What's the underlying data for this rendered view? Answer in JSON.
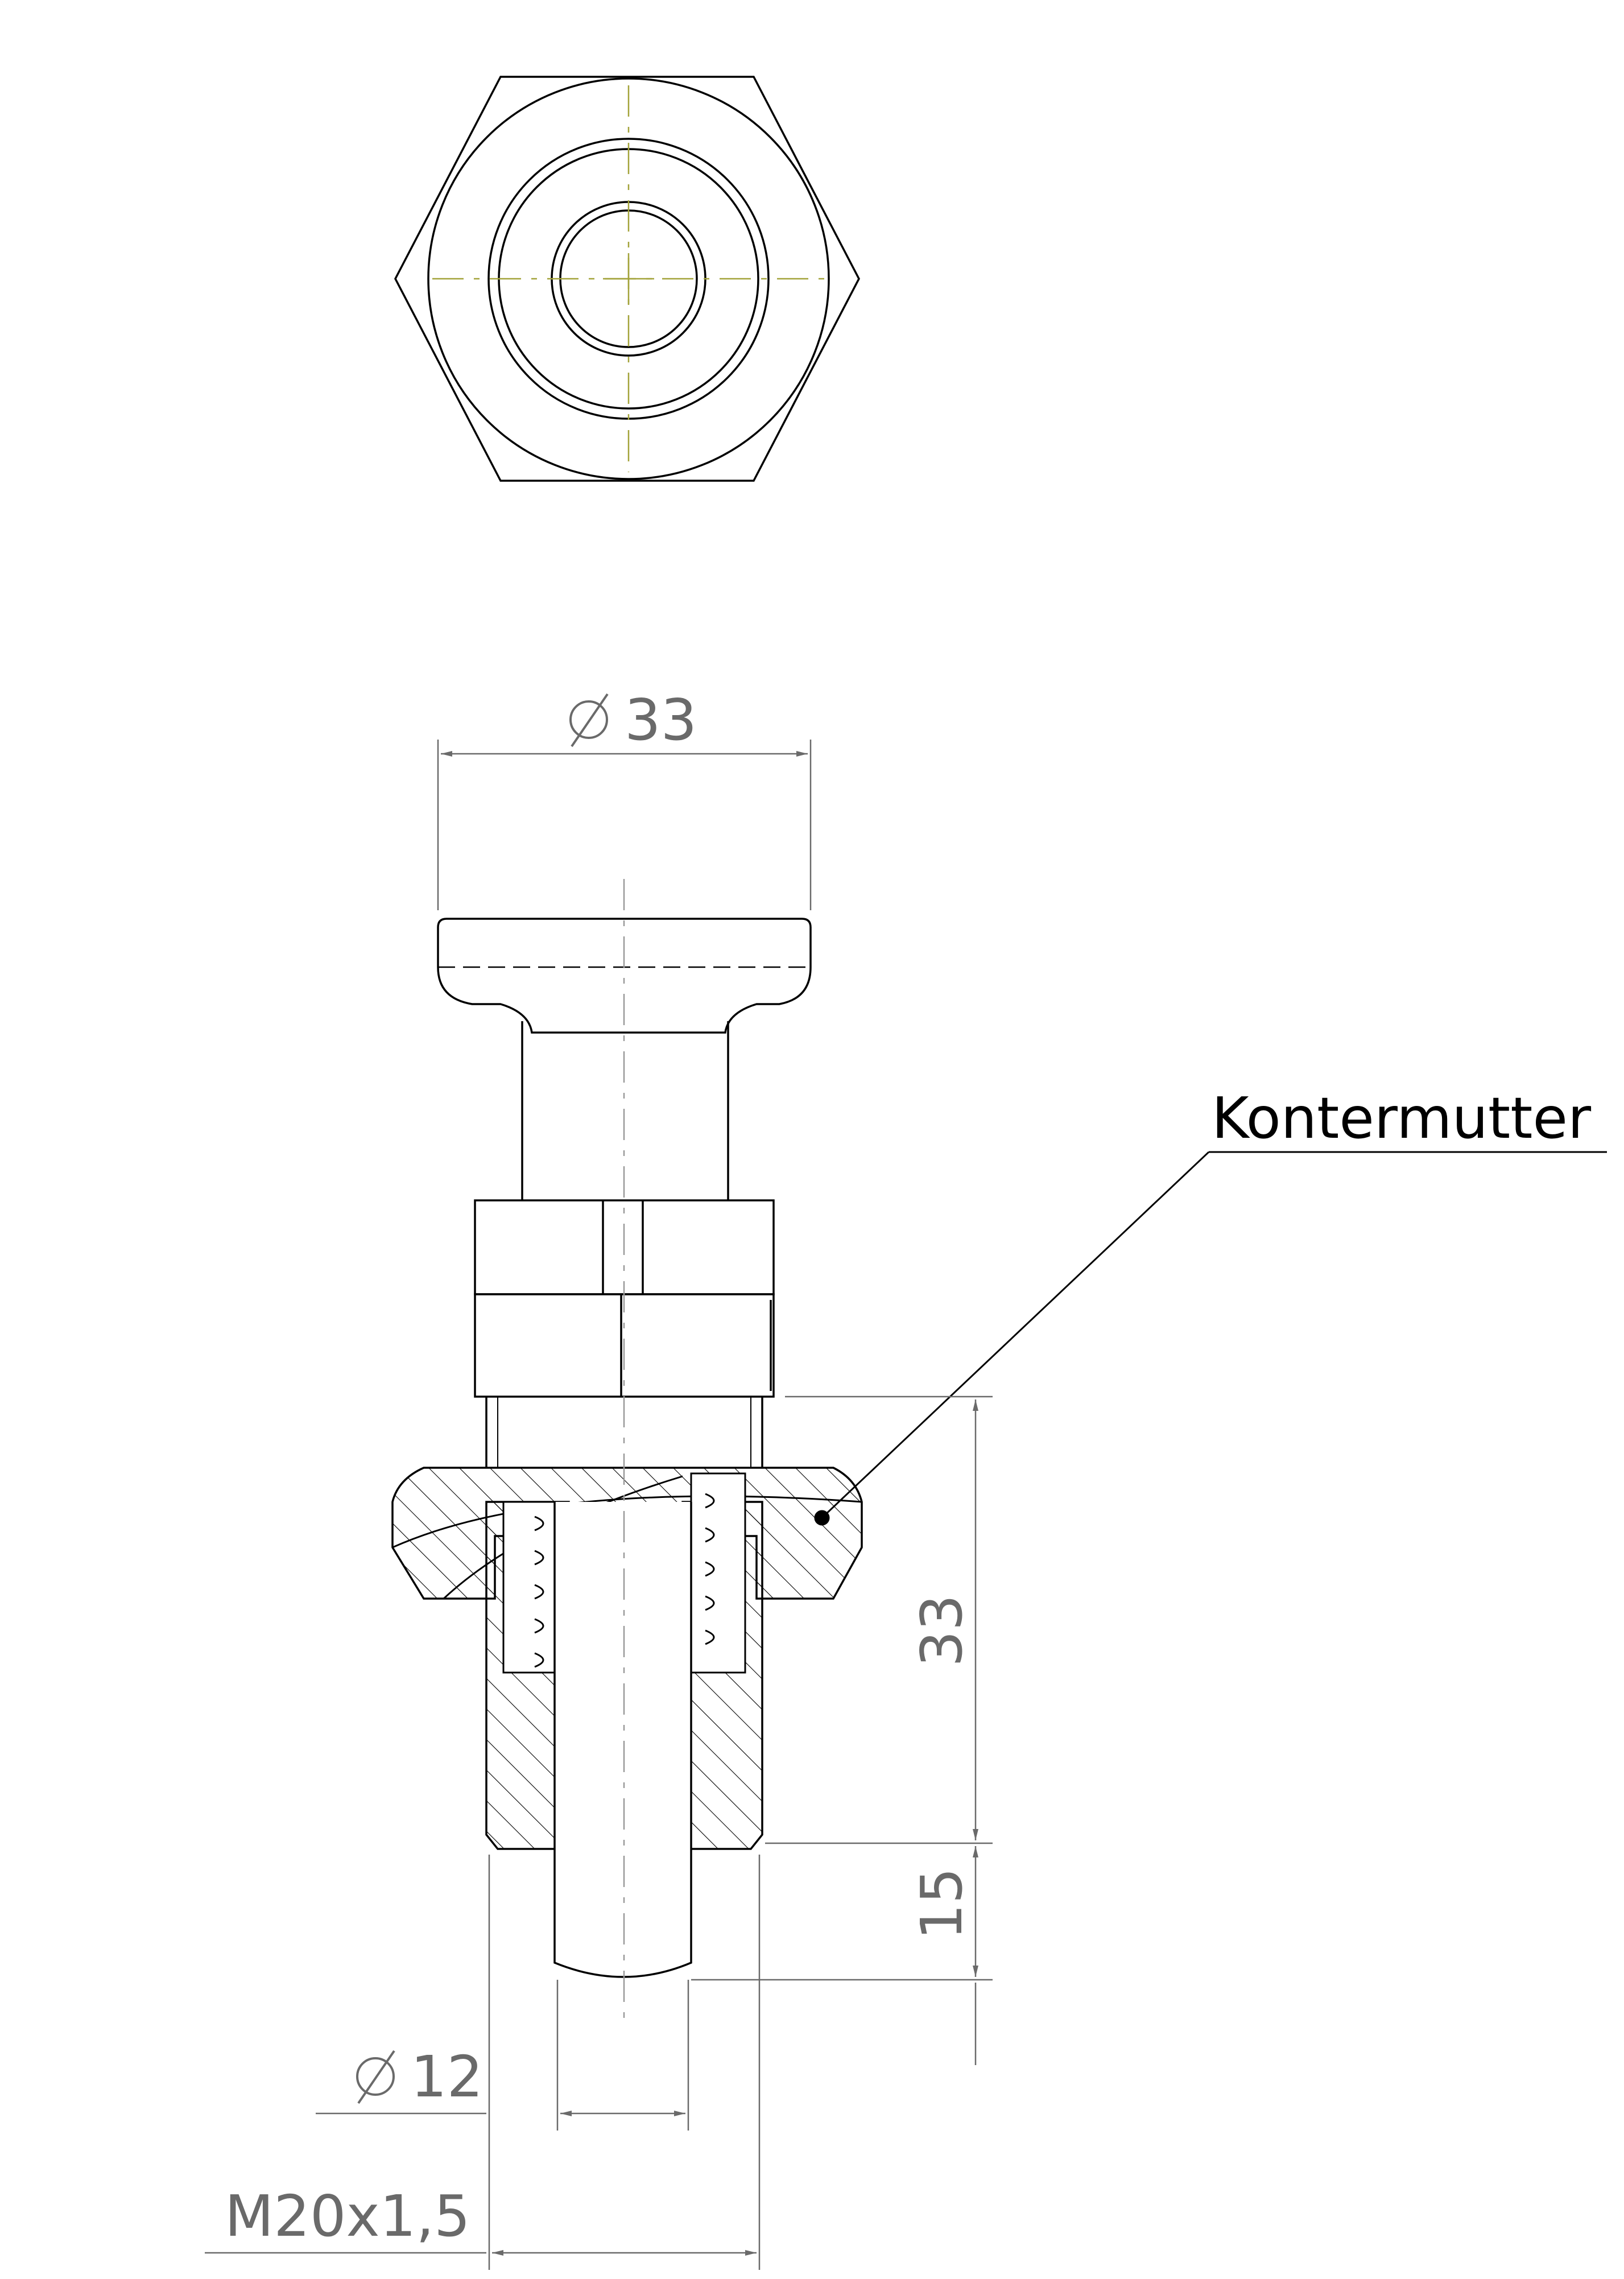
{
  "colors": {
    "outline": "#000000",
    "dimension": "#6a6a6a",
    "centerline_top": "#a3a33a",
    "centerline": "#9a9a9a",
    "background": "#ffffff"
  },
  "top_view": {
    "name": "top-view-hex-bolt"
  },
  "side_view": {
    "callout_label": "Kontermutter",
    "dimensions": {
      "head_diameter": "33",
      "length_upper": "33",
      "length_lower": "15",
      "pin_diameter": "12",
      "thread": "M20x1,5"
    }
  }
}
